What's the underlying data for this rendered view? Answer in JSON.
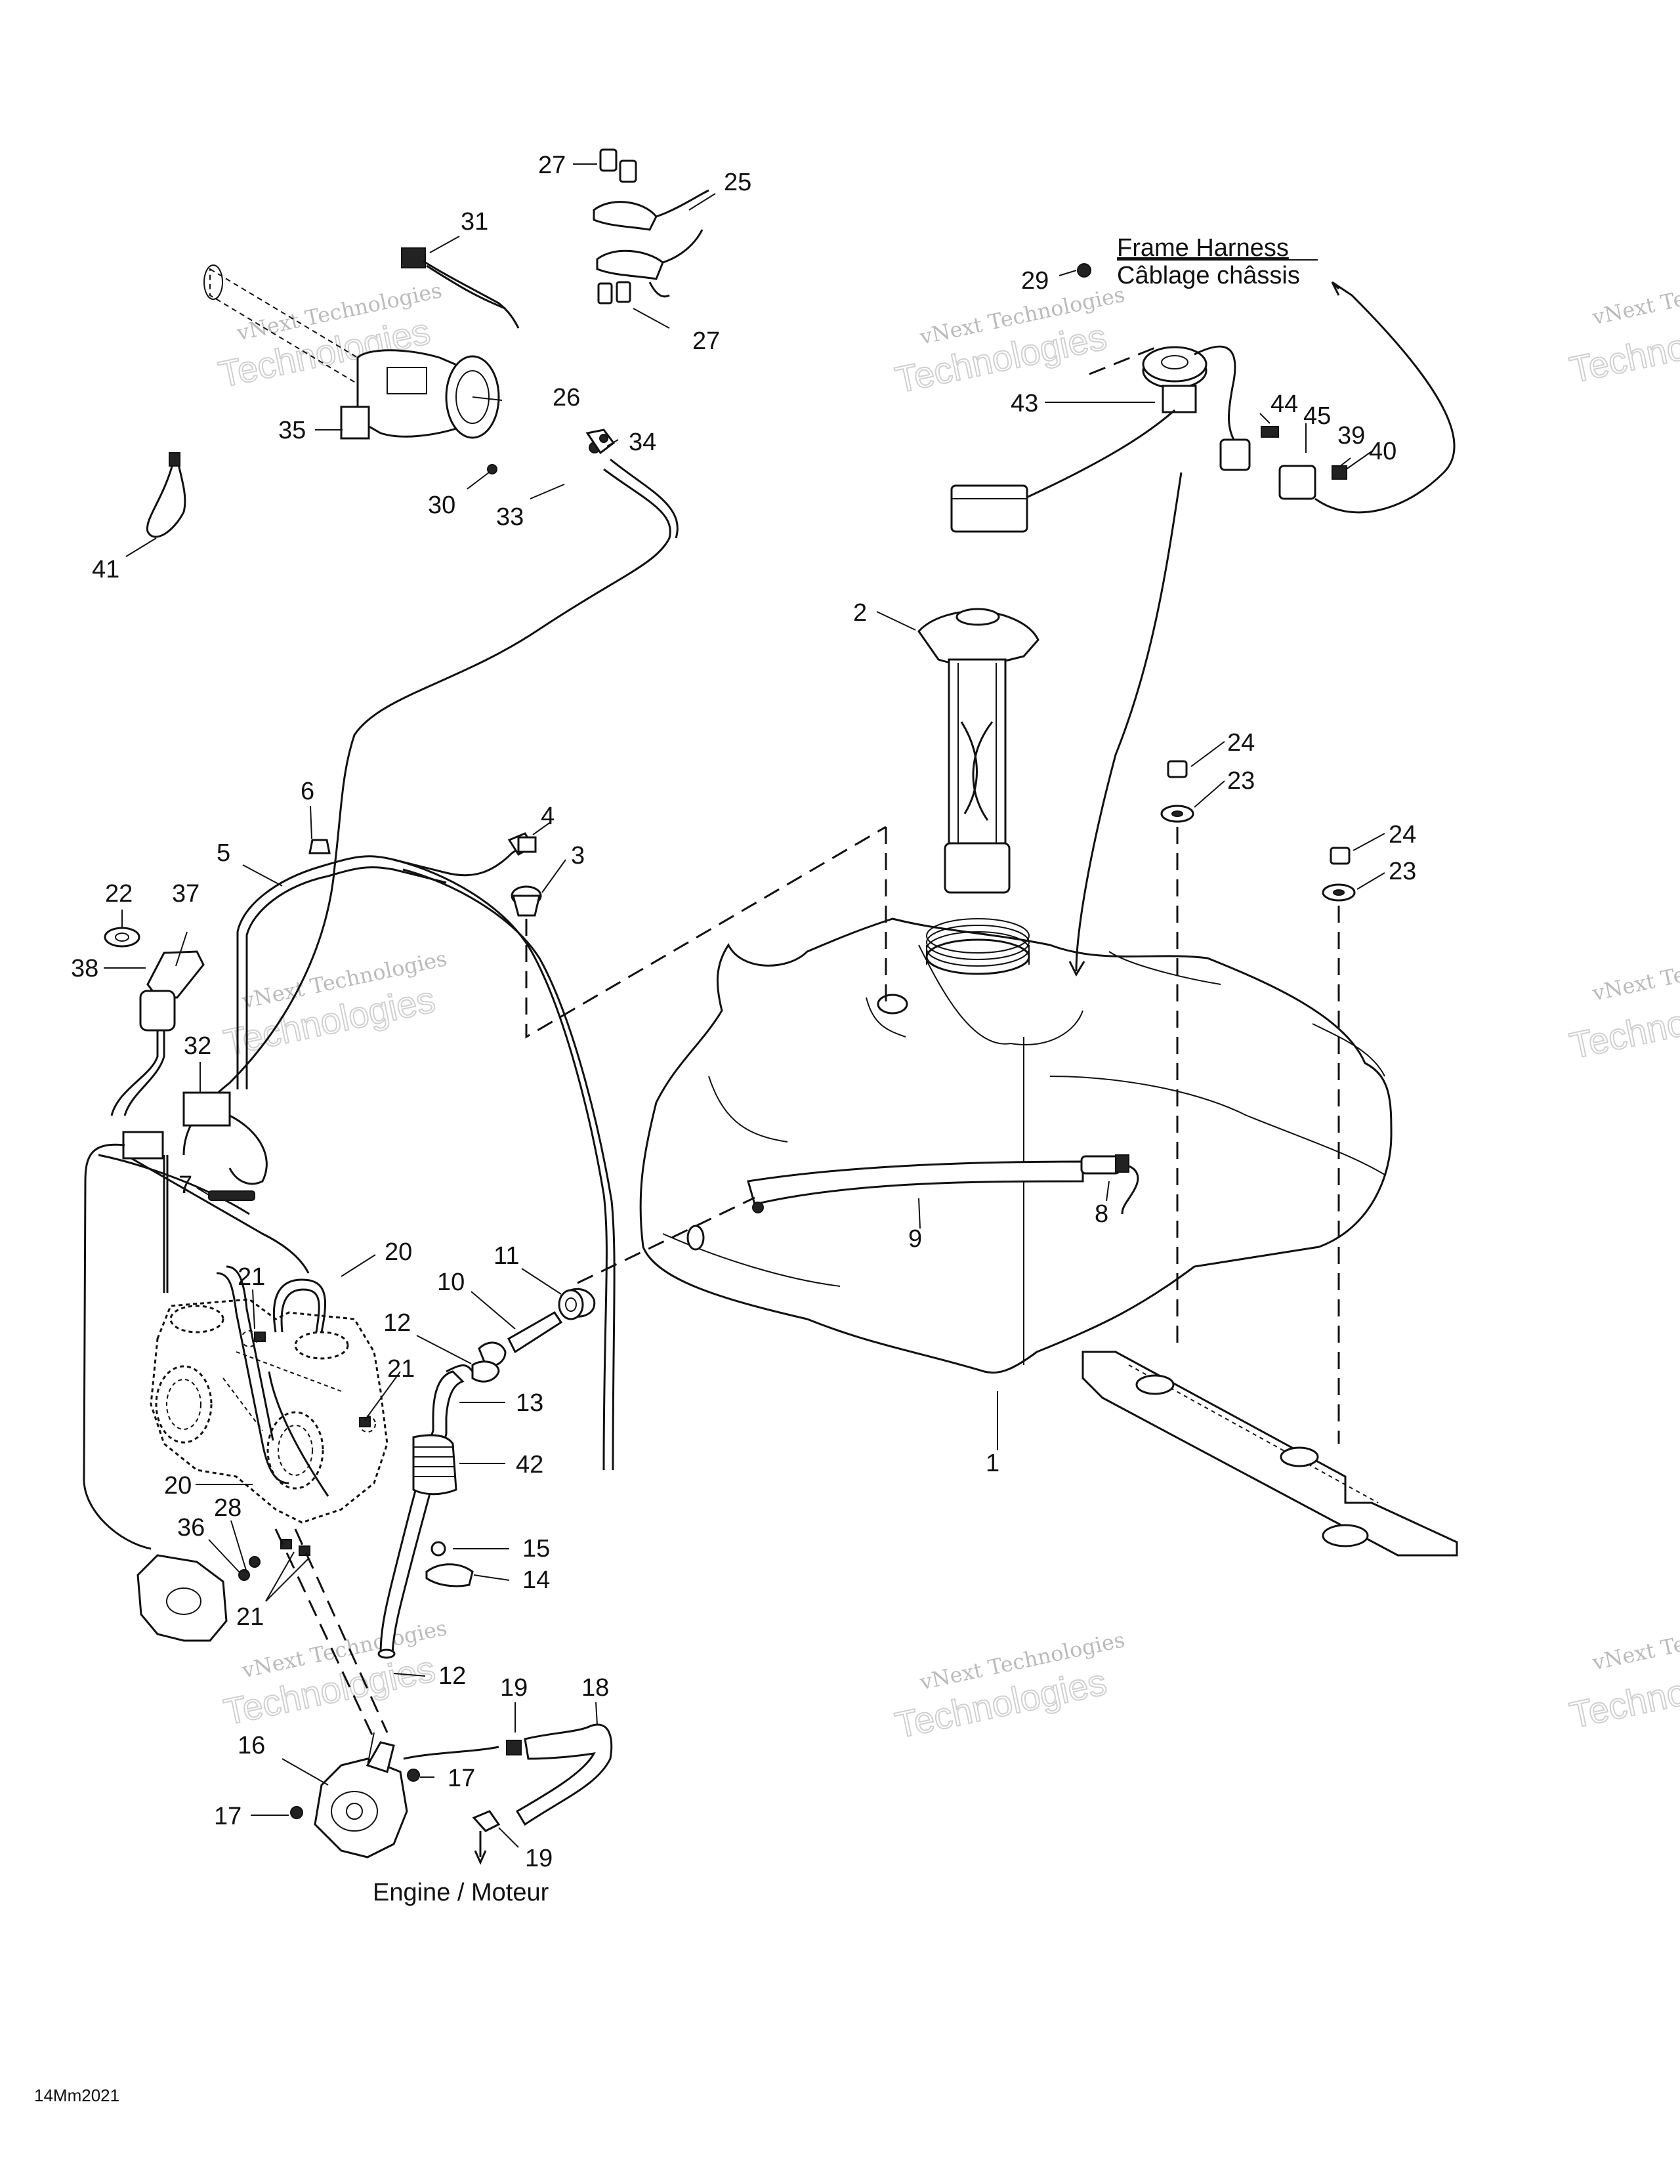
{
  "callouts": [
    "27",
    "25",
    "31",
    "27",
    "26",
    "35",
    "34",
    "30",
    "33",
    "41",
    "29",
    "43",
    "44",
    "45",
    "39",
    "40",
    "2",
    "24",
    "23",
    "24",
    "23",
    "6",
    "4",
    "3",
    "5",
    "22",
    "37",
    "38",
    "32",
    "7",
    "9",
    "8",
    "20",
    "11",
    "21",
    "10",
    "12",
    "21",
    "13",
    "42",
    "20",
    "28",
    "36",
    "15",
    "14",
    "21",
    "1",
    "12",
    "19",
    "18",
    "16",
    "17",
    "17",
    "19"
  ],
  "labels": {
    "frame_harness_en": "Frame Harness",
    "frame_harness_fr": "Câblage châssis",
    "engine": "Engine / Moteur",
    "diagram_code": "14Mm2021"
  },
  "watermark": {
    "line1": "vNext Technologies",
    "line2": "Technologies"
  }
}
